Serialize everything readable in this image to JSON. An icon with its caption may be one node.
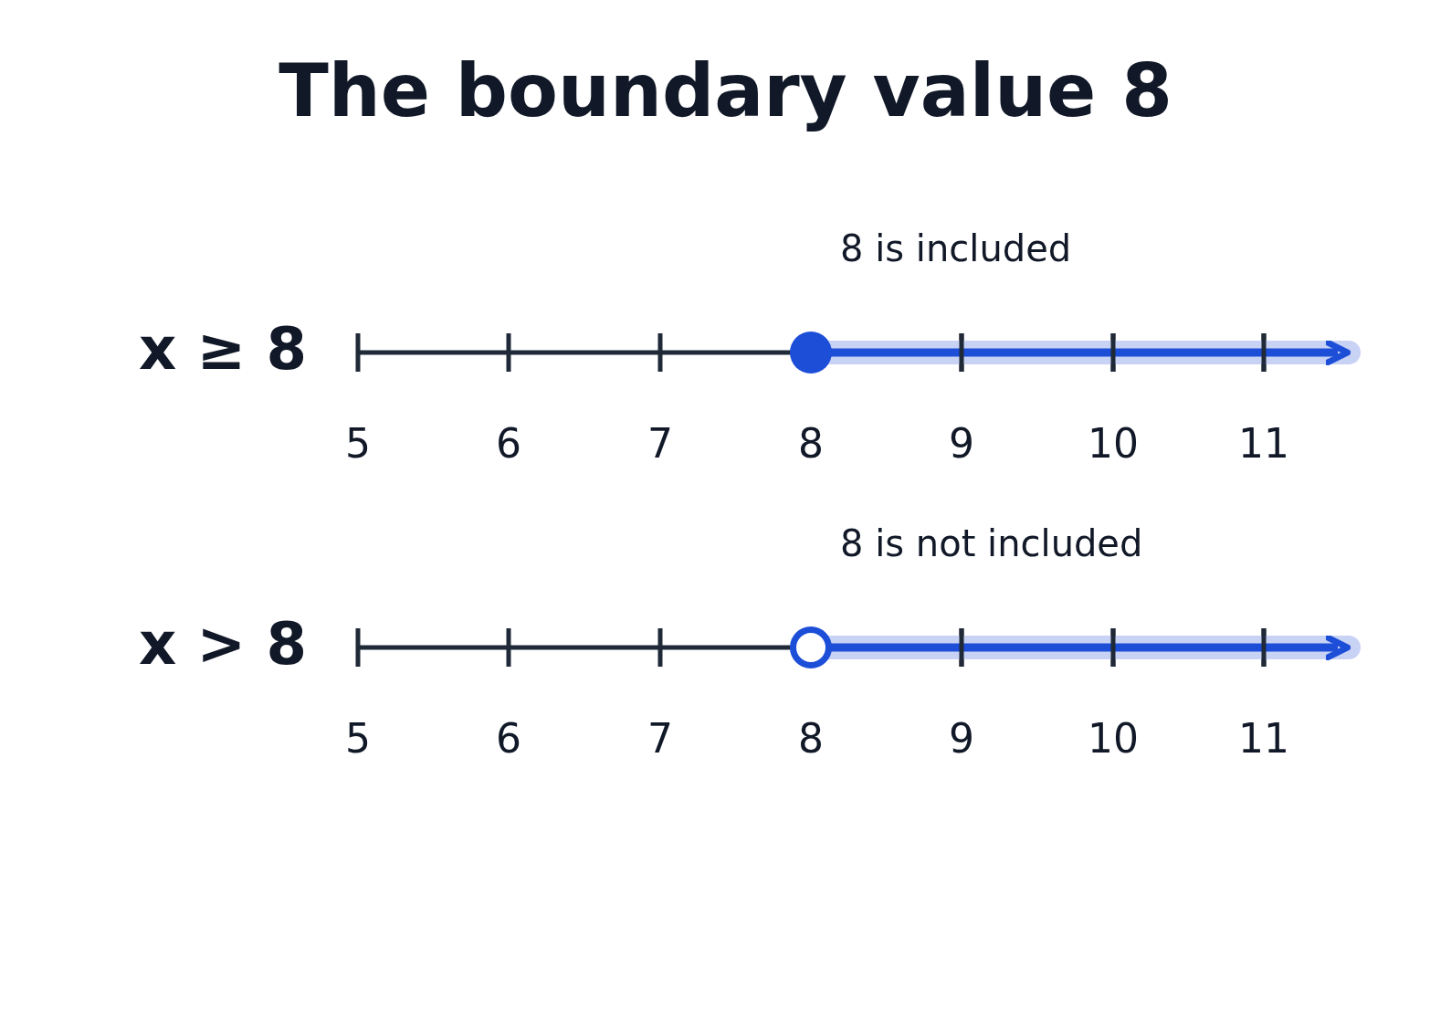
{
  "diagram": {
    "title": "The boundary value 8",
    "labels": [
      "8 is included",
      "x ≥ 8",
      "5",
      "6",
      "7",
      "8",
      "9",
      "10",
      "11",
      "8 is not included",
      "x > 8",
      "5",
      "6",
      "7",
      "8",
      "9",
      "10",
      "11"
    ]
  }
}
